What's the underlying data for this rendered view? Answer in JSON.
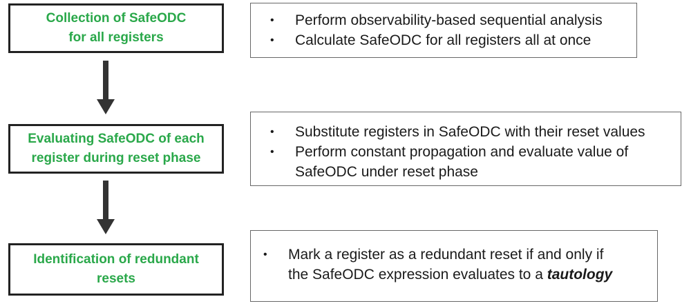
{
  "steps": [
    {
      "title_lines": [
        "Collection of SafeODC",
        "for all registers"
      ]
    },
    {
      "title_lines": [
        "Evaluating SafeODC of each",
        "register during reset phase"
      ]
    },
    {
      "title_lines": [
        "Identification of redundant",
        "resets"
      ]
    }
  ],
  "descriptions": [
    {
      "bullets": [
        {
          "lines": [
            "Perform observability-based sequential analysis"
          ]
        },
        {
          "lines": [
            "Calculate SafeODC for all registers all at once"
          ]
        }
      ]
    },
    {
      "bullets": [
        {
          "lines": [
            "Substitute registers in SafeODC with their reset values"
          ]
        },
        {
          "lines": [
            "Perform constant propagation and evaluate value of",
            "SafeODC under reset phase"
          ]
        }
      ]
    },
    {
      "bullets": [
        {
          "lines": [
            "Mark a register as a redundant reset if and only if",
            "the SafeODC expression evaluates to a "
          ],
          "emphasis": "tautology"
        }
      ]
    }
  ],
  "bullet_glyph": "•",
  "colors": {
    "step_title": "#2aa84a",
    "step_border": "#222222",
    "desc_border": "#666666",
    "arrow": "#333333"
  }
}
